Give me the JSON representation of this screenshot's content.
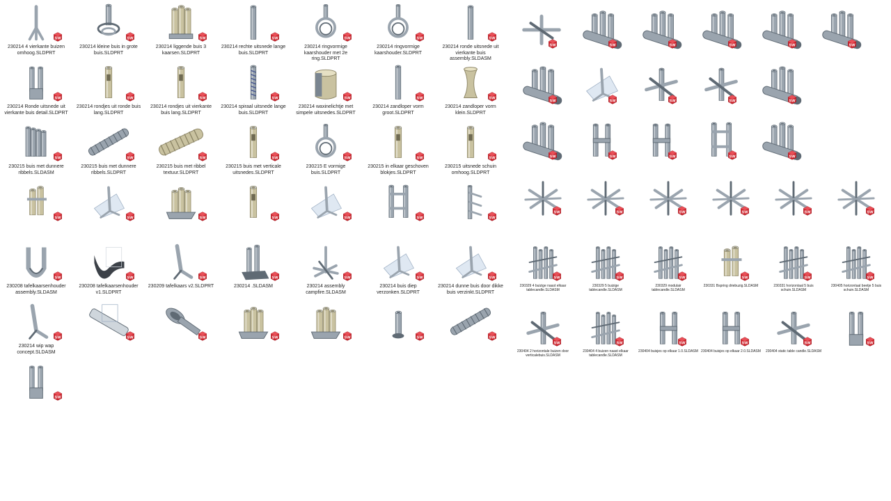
{
  "colors": {
    "sw_red": "#d0232c",
    "sw_dark": "#9a1820",
    "metal": "#8e9aa6",
    "tan": "#c9c2a0"
  },
  "badge_text": "SW",
  "left_pane": {
    "items": [
      {
        "label": "230214 4 vierkante buizen omhoog.SLDPRT",
        "shape": "tripod"
      },
      {
        "label": "230214 kleine buis in grote buis.SLDPRT",
        "shape": "twin-ring"
      },
      {
        "label": "230214 liggende buis 3 kaarsen.SLDPRT",
        "shape": "triple-tube"
      },
      {
        "label": "230214 rechte uitsnede lange buis.SLDPRT",
        "shape": "tube"
      },
      {
        "label": "230214 ringvormige kaarshouder met 2e ring.SLDPRT",
        "shape": "ring"
      },
      {
        "label": "230214 ringvormige kaarshouder.SLDPRT",
        "shape": "ring"
      },
      {
        "label": "230214 ronde uitsnede uit vierkante buis assembly.SLDASM",
        "shape": "tube"
      },
      {
        "label": "230214 Ronde uitsnede uit vierkante buis detail.SLDPRT",
        "shape": "fork"
      },
      {
        "label": "230214 rondjes uit ronde buis lang.SLDPRT",
        "shape": "tube-tan"
      },
      {
        "label": "230214 rondjes uit vierkante buis lang.SLDPRT",
        "shape": "tube-tan"
      },
      {
        "label": "230214 spiraal uitsnede lange buis.SLDPRT",
        "shape": "spiral"
      },
      {
        "label": "230214 waxinelichtje met simpele uitsnedes.SLDPRT",
        "shape": "cup"
      },
      {
        "label": "230214 zandloper vorm groot.SLDPRT",
        "shape": "tube"
      },
      {
        "label": "230214 zandloper vorm klein.SLDPRT",
        "shape": "hourglass"
      },
      {
        "label": "230215 buis met dunnere ribbels.SLDASM",
        "shape": "quad-tube"
      },
      {
        "label": "230215 buis met dunnere ribbels.SLDPRT",
        "shape": "long-ribbed"
      },
      {
        "label": "230215 buis met ribbel textuur.SLDPRT",
        "shape": "long-ribbed-tan"
      },
      {
        "label": "230215 buis met verticale uitsnedes.SLDPRT",
        "shape": "tube-tan"
      },
      {
        "label": "230215 E vormige buis.SLDPRT",
        "shape": "ring"
      },
      {
        "label": "230215 in elkaar geschoven blokjes.SLDPRT",
        "shape": "tube-tan"
      },
      {
        "label": "230215 uitsnede schuin omhoog.SLDPRT",
        "shape": "tube-tan"
      },
      {
        "label": "",
        "shape": "pair-tan"
      },
      {
        "label": "",
        "shape": "glass-tripod"
      },
      {
        "label": "",
        "shape": "triple-tan"
      },
      {
        "label": "",
        "shape": "tube-tan"
      },
      {
        "label": "",
        "shape": "glass-tripod"
      },
      {
        "label": "",
        "shape": "frame"
      },
      {
        "label": "",
        "shape": "comb"
      },
      {
        "label": "230208 tafelkaarsenhouder assembly.SLDASM",
        "shape": "u-tube"
      },
      {
        "label": "230208 tafelkaarsenhouder v1.SLDPRT",
        "shape": "saddle"
      },
      {
        "label": "230209 tafelkaars v2.SLDPRT",
        "shape": "lean"
      },
      {
        "label": "230214 .SLDASM",
        "shape": "pair-plate"
      },
      {
        "label": "230214 assembly campfire.SLDASM",
        "shape": "campfire"
      },
      {
        "label": "230214 buis diep verzonken.SLDPRT",
        "shape": "glass-tripod"
      },
      {
        "label": "230214 dunne buis door dikke buis verzinkt.SLDPRT",
        "shape": "glass-tripod"
      },
      {
        "label": "230214 wip wap concept.SLDASM",
        "shape": "lean"
      },
      {
        "label": "",
        "shape": "plate-glass"
      },
      {
        "label": "",
        "shape": "scoop"
      },
      {
        "label": "",
        "shape": "triple-tan"
      },
      {
        "label": "",
        "shape": "triple-tan"
      },
      {
        "label": "",
        "shape": "small-tube"
      },
      {
        "label": "",
        "shape": "long-ribbed"
      },
      {
        "label": "",
        "shape": "fork"
      }
    ]
  },
  "right_pane": {
    "big_items": [
      {
        "label": "",
        "shape": "cross-flat"
      },
      {
        "label": "",
        "shape": "pipe-cluster"
      },
      {
        "label": "",
        "shape": "pipe-cluster"
      },
      {
        "label": "",
        "shape": "pipe-cluster"
      },
      {
        "label": "",
        "shape": "pipe-cluster"
      },
      {
        "label": "",
        "shape": "pipe-cluster"
      },
      {
        "label": "",
        "shape": "pipe-cluster"
      },
      {
        "label": "",
        "shape": "glass-tripod"
      },
      {
        "label": "",
        "shape": "cross-joint"
      },
      {
        "label": "",
        "shape": "cross-joint"
      },
      {
        "label": "",
        "shape": "pipe-cluster"
      },
      {
        "label": "",
        "shape": "empty"
      },
      {
        "label": "",
        "shape": "pipe-cluster"
      },
      {
        "label": "",
        "shape": "h-frame"
      },
      {
        "label": "",
        "shape": "h-frame"
      },
      {
        "label": "",
        "shape": "frame"
      },
      {
        "label": "",
        "shape": "pipe-cluster"
      },
      {
        "label": "",
        "shape": "empty"
      }
    ],
    "small_items": [
      {
        "label": "",
        "shape": "star"
      },
      {
        "label": "",
        "shape": "star"
      },
      {
        "label": "",
        "shape": "star"
      },
      {
        "label": "",
        "shape": "star"
      },
      {
        "label": "",
        "shape": "star"
      },
      {
        "label": "",
        "shape": "star"
      },
      {
        "label": "230329 4 buizige naast elkaar tablecandle.SLDASM",
        "shape": "rack"
      },
      {
        "label": "230329 5 buizige tablecandle.SLDASM",
        "shape": "rack"
      },
      {
        "label": "230329 modulair tablecandle.SLDASM",
        "shape": "rack"
      },
      {
        "label": "230331 Bspring driebuzig.SLDASM",
        "shape": "pair-tan"
      },
      {
        "label": "230331 horizontaal 5 buis schuin.SLDASM",
        "shape": "rack"
      },
      {
        "label": "230405 horizontaal beetje 5 buis schuin.SLDASM",
        "shape": "rack"
      },
      {
        "label": "230404 2 horizontale buizen door verticalebuis.SLDASM",
        "shape": "cross-joint"
      },
      {
        "label": "230404 4 buizen naast elkaar tablecandle.SLDASM",
        "shape": "rack"
      },
      {
        "label": "230404 buisjes op elkaar 1.0.SLDASM",
        "shape": "h-frame"
      },
      {
        "label": "230404 buisjes op elkaar 2.0.SLDASM",
        "shape": "h-frame"
      },
      {
        "label": "230404 static table candle.SLDASM",
        "shape": "cross-joint"
      },
      {
        "label": "",
        "shape": "fork"
      }
    ]
  }
}
